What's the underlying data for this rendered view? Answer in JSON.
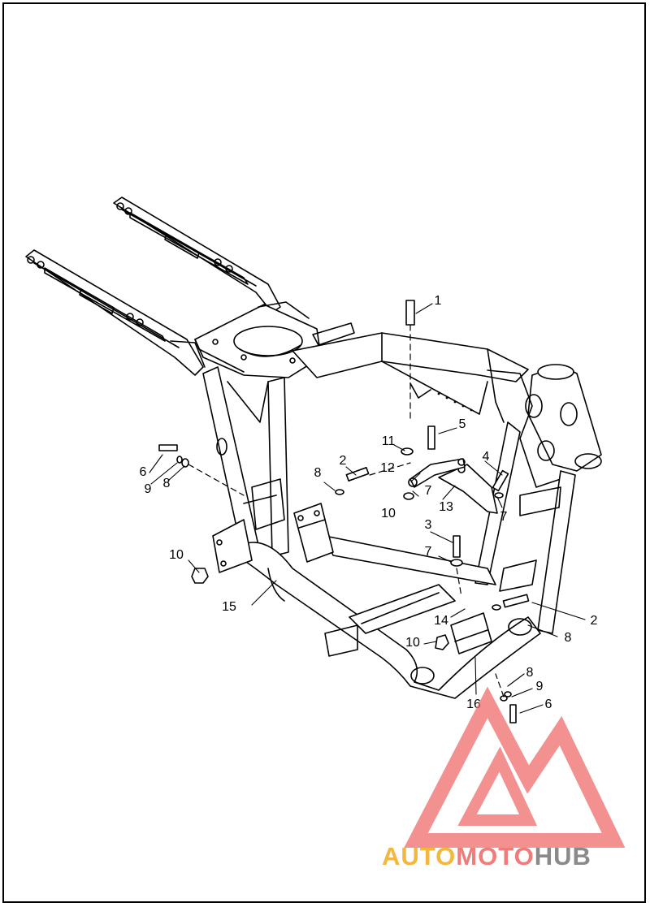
{
  "callouts": {
    "c1": "1",
    "c2a": "2",
    "c2b": "2",
    "c3": "3",
    "c4": "4",
    "c5": "5",
    "c6a": "6",
    "c6b": "6",
    "c7a": "7",
    "c7b": "7",
    "c7c": "7",
    "c8a": "8",
    "c8b": "8",
    "c8c": "8",
    "c8d": "8",
    "c9a": "9",
    "c9b": "9",
    "c10a": "10",
    "c10b": "10",
    "c10c": "10",
    "c11": "11",
    "c12": "12",
    "c13": "13",
    "c14": "14",
    "c15": "15",
    "c16": "16"
  },
  "watermark": {
    "part1": "AUTO",
    "part2": "MOTO",
    "part3": "HUB",
    "color1": "#f4b63d",
    "color2": "#f07b7b",
    "color3": "#8a8a8a",
    "logo_color": "#ef6b6b"
  }
}
